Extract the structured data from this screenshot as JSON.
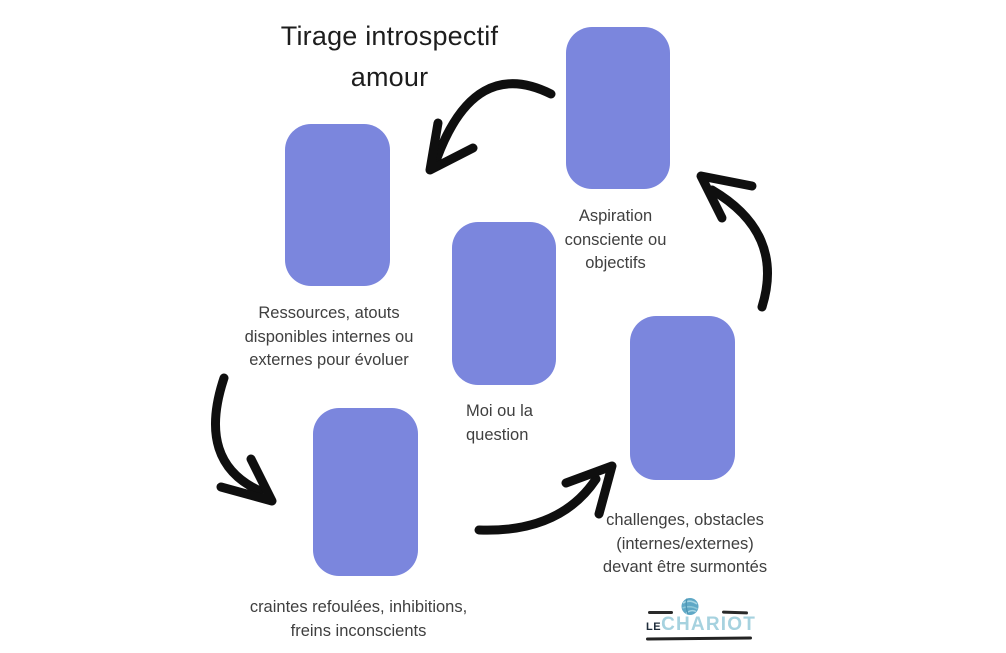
{
  "diagram": {
    "title": "Tirage introspectif\namour",
    "type": "tarot-spread-diagram"
  },
  "colors": {
    "background": "#ffffff",
    "card": "#7b86dd",
    "arrow": "#0f0f0f",
    "title_text": "#1d1d1d",
    "label_text": "#3f3f3f",
    "logo_le": "#202e3c",
    "logo_chariot": "#a6d2df",
    "logo_ball": "#5fa8c6"
  },
  "cards": [
    {
      "name": "aspiration",
      "label": "Aspiration\nconsciente ou\nobjectifs"
    },
    {
      "name": "ressources",
      "label": "Ressources, atouts\ndisponibles internes ou\nexternes pour évoluer"
    },
    {
      "name": "moi",
      "label": "Moi ou la\nquestion"
    },
    {
      "name": "challenges",
      "label": "challenges, obstacles\n(internes/externes)\ndevant être surmontés"
    },
    {
      "name": "craintes",
      "label": "craintes refoulées, inhibitions,\nfreins inconscients"
    }
  ],
  "arrows": [
    {
      "name": "arrow-aspiration-to-ressources",
      "shape": "curved-arrow-down-left"
    },
    {
      "name": "arrow-challenges-to-aspiration",
      "shape": "curved-arrow-up-left"
    },
    {
      "name": "arrow-ressources-to-craintes",
      "shape": "curved-arrow-down-right"
    },
    {
      "name": "arrow-craintes-to-challenges",
      "shape": "curved-arrow-up-right"
    }
  ],
  "logo": {
    "le": "LE",
    "chariot": "CHARIOT",
    "icon": "yarn-ball-icon"
  }
}
